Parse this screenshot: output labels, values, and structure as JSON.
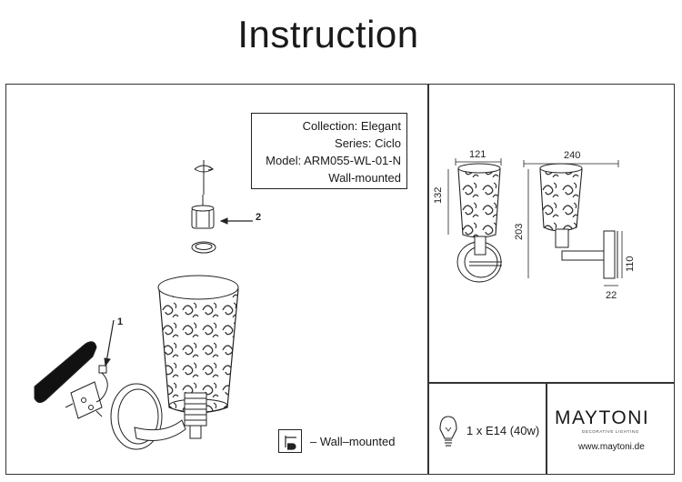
{
  "page": {
    "title": "Instruction"
  },
  "info": {
    "collection": "Collection: Elegant",
    "series": "Series: Ciclo",
    "model": "Model: ARM055-WL-01-N",
    "mounting": "Wall-mounted"
  },
  "assembly": {
    "callout_1": "1",
    "callout_2": "2"
  },
  "dimensions": {
    "front_width": "121",
    "front_height": "132",
    "side_width": "240",
    "side_height": "203",
    "plate_height": "110",
    "plate_depth": "22"
  },
  "legend": {
    "mount_icon": "wall-mount-icon",
    "mount_label": "– Wall–mounted"
  },
  "spec": {
    "bulb_icon": "light-bulb-icon",
    "bulb_label": "1 x E14 (40w)"
  },
  "brand": {
    "name": "MAYTONI",
    "tagline": "DECORATIVE LIGHTING",
    "url": "www.maytoni.de"
  }
}
